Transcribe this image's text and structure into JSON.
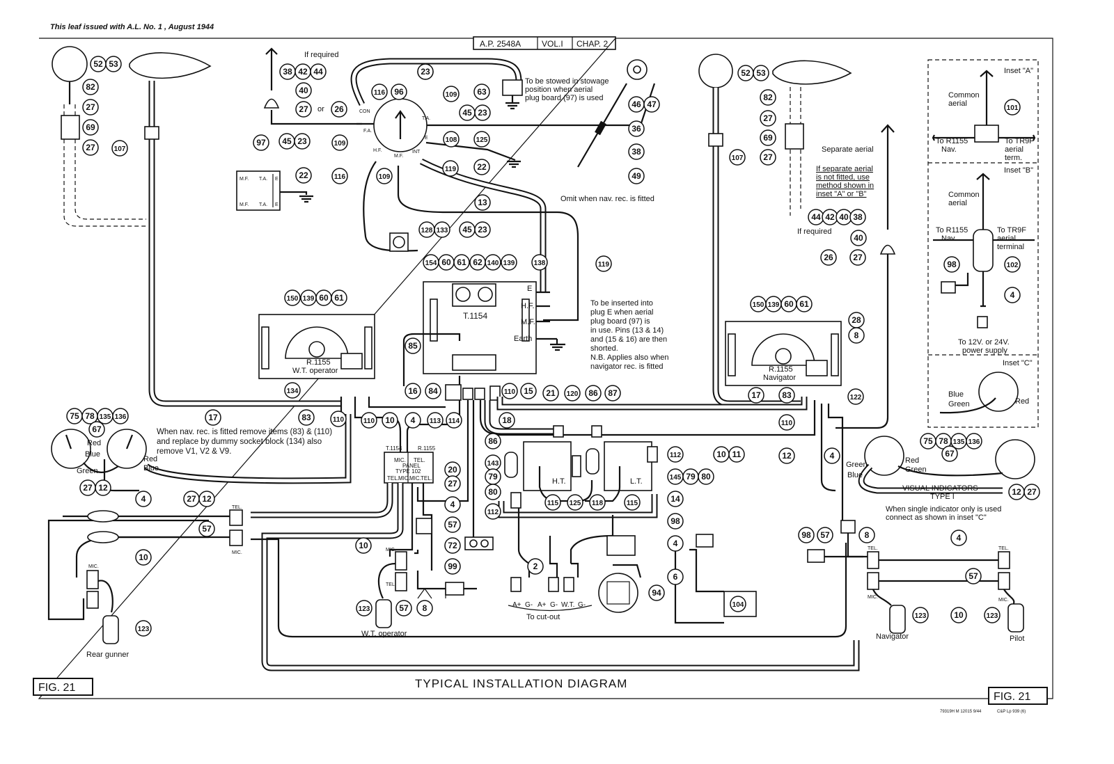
{
  "header": {
    "issue_note": "This leaf issued with A.L. No. 1 , August 1944",
    "ref_box": [
      "A.P. 2548A",
      "VOL.I",
      "CHAP. 2"
    ]
  },
  "title": "TYPICAL INSTALLATION DIAGRAM",
  "fig_left": "FIG. 21",
  "fig_right": "FIG. 21",
  "footer_codes": [
    "79319H  M  12015  9/44",
    "C&P  Lp  939 (6)"
  ],
  "equipment": {
    "tx": "T.1154",
    "rx_wt": [
      "R.1155",
      "W.T. operator"
    ],
    "rx_nav": [
      "R.1155",
      "Navigator"
    ],
    "mic_panel": [
      "MIC.",
      "TEL.",
      "PANEL",
      "TYPE 102",
      "TEL.",
      "MIC.",
      "MIC.",
      "TEL."
    ],
    "mic_panel_top": [
      "T.1154",
      "R.1155"
    ],
    "tx_terminals": [
      "E",
      "H.F.",
      "M.F.",
      "Earth"
    ],
    "ht": "H.T.",
    "lt": "L.T.",
    "plug_board": [
      "M.F.",
      "T.A.",
      "E",
      "M.F.",
      "T.A.",
      "E"
    ],
    "switch_positions": [
      "CON",
      "F.A.",
      "T.A.",
      "E",
      "H.F.",
      "M.F.",
      "INT"
    ],
    "cutout_terms": [
      "A+",
      "G-",
      "A+",
      "G-",
      "W.T.",
      "G-"
    ],
    "jack_tel": "TEL.",
    "jack_mic": "MIC."
  },
  "notes": {
    "if_required": "If required",
    "or": "or",
    "stow": "To be stowed in stowage position when aerial plug board (97) is used",
    "omit": "Omit when nav. rec. is fitted",
    "insert": "To be inserted into plug E when aerial plug board (97) is in use. Pins (13 & 14) and (15 & 16) are then shorted. N.B. Applies also when navigator rec. is fitted",
    "separate_aerial": "Separate aerial",
    "sep_note": "If separate aerial is not fitted, use method shown in inset \"A\" or \"B\"",
    "if_required_2": "If required",
    "nav_rec": "When nav. rec. is fitted remove items (83) & (110) and replace by dummy socket block (134) also remove V1, V2 & V9.",
    "to_cutout": "To cut-out",
    "visual_indicators": "VISUAL INDICATORS",
    "type1": "TYPE I",
    "single_ind": "When single indicator only is used connect as shown in inset \"C\"",
    "wire_colours": [
      "Red",
      "Blue",
      "Green",
      "Red",
      "Blue",
      "Green",
      "Red",
      "Green",
      "Blue"
    ]
  },
  "positions": {
    "rear_gunner": "Rear gunner",
    "wt_operator": "W.T. operator",
    "navigator": "Navigator",
    "pilot": "Pilot"
  },
  "insets": {
    "a": {
      "title": "Inset \"A\"",
      "common": "Common aerial",
      "left": "To R1155 Nav.",
      "right": "To TR9F aerial term."
    },
    "b": {
      "title": "Inset \"B\"",
      "common": "Common aerial",
      "left": "To R1155 Nav.",
      "right": "To TR9F aerial terminal",
      "power": "To 12V. or 24V. power supply"
    },
    "c": {
      "title": "Inset \"C\"",
      "colours": [
        "Blue",
        "Green",
        "Red"
      ]
    }
  },
  "item_numbers": {
    "b52": "52",
    "b53": "53",
    "b82": "82",
    "b27a": "27",
    "b69": "69",
    "b27b": "27",
    "b107": "107",
    "b38": "38",
    "b42": "42",
    "b44": "44",
    "b40": "40",
    "b27c": "27",
    "b26": "26",
    "b45": "45",
    "b23": "23",
    "b97": "97",
    "b22": "22",
    "b116a": "116",
    "b23b": "23",
    "b116b": "116",
    "b63": "63",
    "b96": "96",
    "b109a": "109",
    "b45b": "45",
    "b23c": "23",
    "b46": "46",
    "b47": "47",
    "b109b": "109",
    "b108": "108",
    "b125": "125",
    "b22b": "22",
    "b36": "36",
    "b38b": "38",
    "b49": "49",
    "b116c": "116",
    "b109c": "109",
    "b119": "119",
    "b13": "13",
    "b128": "128",
    "b133": "133",
    "b45c": "45",
    "b23d": "23",
    "b154": "154",
    "b60": "60",
    "b61": "61",
    "b62": "62",
    "b140": "140",
    "b139": "139",
    "b138": "138",
    "b119b": "119",
    "b150": "150",
    "b139b": "139",
    "b60b": "60",
    "b61b": "61",
    "b85": "85",
    "b134": "134",
    "b83": "83",
    "b110": "110",
    "b110b": "110",
    "b17": "17",
    "b16": "16",
    "b84": "84",
    "b10": "10",
    "b4": "4",
    "b113": "113",
    "b114": "114",
    "b18": "18",
    "b110c": "110",
    "b15": "15",
    "b21": "21",
    "b120": "120",
    "b86": "86",
    "b87": "87",
    "b86b": "86",
    "b75": "75",
    "b78": "78",
    "b135": "135",
    "b136": "136",
    "b67": "67",
    "b27d": "27",
    "b12": "12",
    "b27e": "27",
    "b12b": "12",
    "b4b": "4",
    "b57": "57",
    "b10b": "10",
    "b123": "123",
    "b20": "20",
    "b27f": "27",
    "b4c": "4",
    "b57b": "57",
    "b10c": "10",
    "b72": "72",
    "b99": "99",
    "b57c": "57",
    "b8": "8",
    "b123b": "123",
    "b143": "143",
    "b79": "79",
    "b80": "80",
    "b112": "112",
    "b115": "115",
    "b125b": "125",
    "b118": "118",
    "b115b": "115",
    "b112b": "112",
    "b145": "145",
    "b79b": "79",
    "b80b": "80",
    "b14": "14",
    "b98": "98",
    "b4d": "4",
    "b2": "2",
    "b6": "6",
    "b94": "94",
    "b104": "104",
    "b52b": "52",
    "b53b": "53",
    "b82b": "82",
    "b27g": "27",
    "b69b": "69",
    "b27h": "27",
    "b107b": "107",
    "b44b": "44",
    "b42b": "42",
    "b40b": "40",
    "b38c": "38",
    "b40c": "40",
    "b26b": "26",
    "b27i": "27",
    "b150b": "150",
    "b139c": "139",
    "b60c": "60",
    "b61c": "61",
    "b28": "28",
    "b8b": "8",
    "b17b": "17",
    "b83b": "83",
    "b122": "122",
    "b110d": "110",
    "b10d": "10",
    "b11": "11",
    "b12c": "12",
    "b4e": "4",
    "b75b": "75",
    "b78b": "78",
    "b135b": "135",
    "b136b": "136",
    "b67b": "67",
    "b12d": "12",
    "b27j": "27",
    "b98b": "98",
    "b57d": "57",
    "b8c": "8",
    "b4f": "4",
    "b57e": "57",
    "b123c": "123",
    "b10e": "10",
    "b123d": "123",
    "i101": "101",
    "i102": "102",
    "i98": "98",
    "i4": "4"
  }
}
